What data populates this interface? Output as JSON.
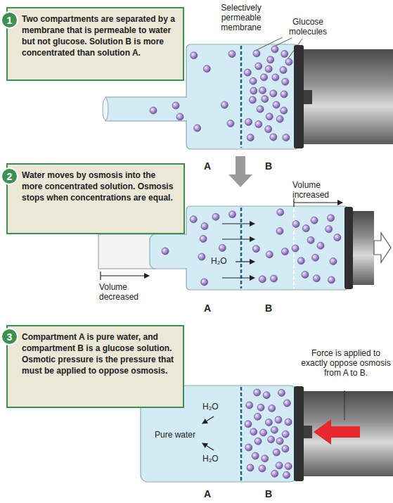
{
  "diagram": {
    "nodes": [
      {
        "text": [
          "1"
        ]
      },
      {
        "text": [
          "Two compartments are separated by a membrane that is permeable to water but not glucose. Solution B is more concentrated than solution A."
        ]
      },
      {
        "text": [
          "2"
        ]
      },
      {
        "text": [
          "Water moves by osmosis into the more concentrated solution. Osmosis stops when concentrations are equal."
        ]
      },
      {
        "text": [
          "3"
        ]
      },
      {
        "text": [
          "Compartment A is pure water, and compartment B is a glucose solution. Osmotic pressure is the pressure that must be applied to oppose osmosis."
        ]
      }
    ],
    "labels": [
      "Selectively permeable membrane",
      "Glucose molecules",
      "A",
      "B",
      "Volume increased",
      "H₂O",
      "Volume decreased",
      "A",
      "B",
      "Force is applied to exactly oppose osmosis from A to B.",
      "H₂O",
      "Pure water",
      "H₂O",
      "A",
      "B"
    ]
  }
}
